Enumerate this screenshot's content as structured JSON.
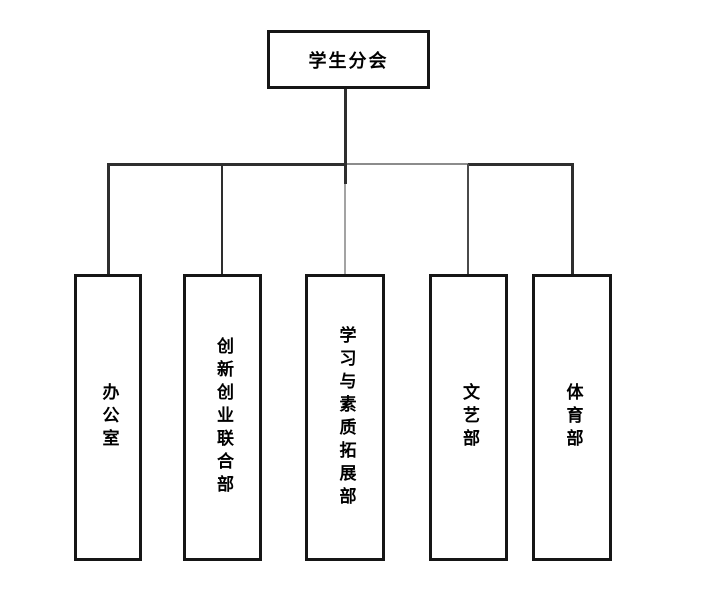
{
  "diagram": {
    "type": "org-chart",
    "root": {
      "label": "学生分会"
    },
    "children": [
      {
        "label": "办公室"
      },
      {
        "label": "创新创业联合部"
      },
      {
        "label": "学习与素质拓展部"
      },
      {
        "label": "文艺部"
      },
      {
        "label": "体育部"
      }
    ],
    "edges": [
      {
        "from": "学生分会",
        "to": "办公室"
      },
      {
        "from": "学生分会",
        "to": "创新创业联合部"
      },
      {
        "from": "学生分会",
        "to": "学习与素质拓展部"
      },
      {
        "from": "学生分会",
        "to": "文艺部"
      },
      {
        "from": "学生分会",
        "to": "体育部"
      }
    ],
    "colors": {
      "background": "#ffffff",
      "box_border": "#161616",
      "text": "#000000",
      "line_dark": "#2e2e2e",
      "line_light": "#a3a3a3"
    }
  }
}
